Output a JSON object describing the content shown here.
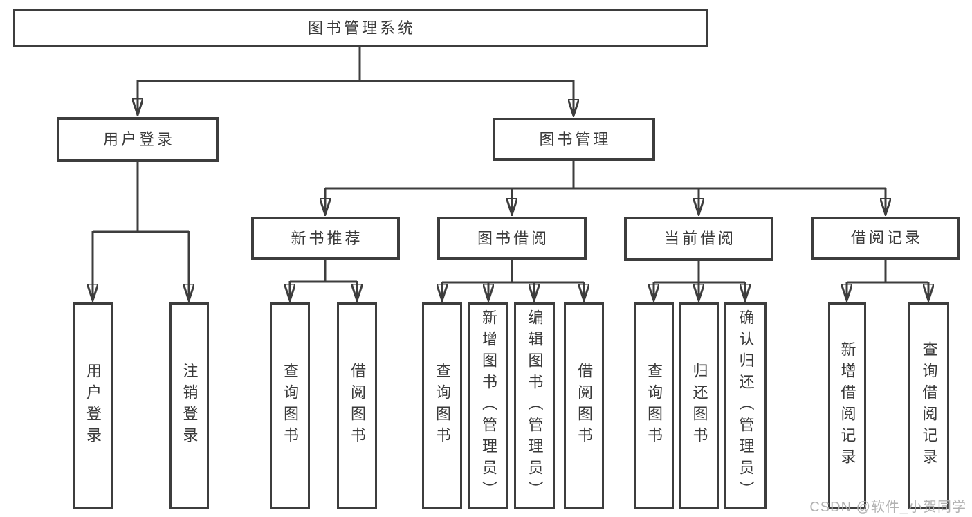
{
  "tree": {
    "label": "图书管理系统",
    "children": [
      {
        "label": "用户登录",
        "children": [
          {
            "label": "用户登录"
          },
          {
            "label": "注销登录"
          }
        ]
      },
      {
        "label": "图书管理",
        "children": [
          {
            "label": "新书推荐",
            "children": [
              {
                "label": "查询图书"
              },
              {
                "label": "借阅图书"
              }
            ]
          },
          {
            "label": "图书借阅",
            "children": [
              {
                "label": "查询图书"
              },
              {
                "label": "新增图书（管理员）"
              },
              {
                "label": "编辑图书（管理员）"
              },
              {
                "label": "借阅图书"
              }
            ]
          },
          {
            "label": "当前借阅",
            "children": [
              {
                "label": "查询图书"
              },
              {
                "label": "归还图书"
              },
              {
                "label": "确认归还（管理员）"
              }
            ]
          },
          {
            "label": "借阅记录",
            "children": [
              {
                "label": "新增借阅记录"
              },
              {
                "label": "查询借阅记录"
              }
            ]
          }
        ]
      }
    ]
  },
  "watermark": {
    "text": "CSDN @软件_小贺同学"
  },
  "colors": {
    "line": "#3d3d3d",
    "text": "#3a3a3a",
    "box_fill": "#ffffff",
    "watermark": "#b2b2b2",
    "background": "#ffffff"
  }
}
